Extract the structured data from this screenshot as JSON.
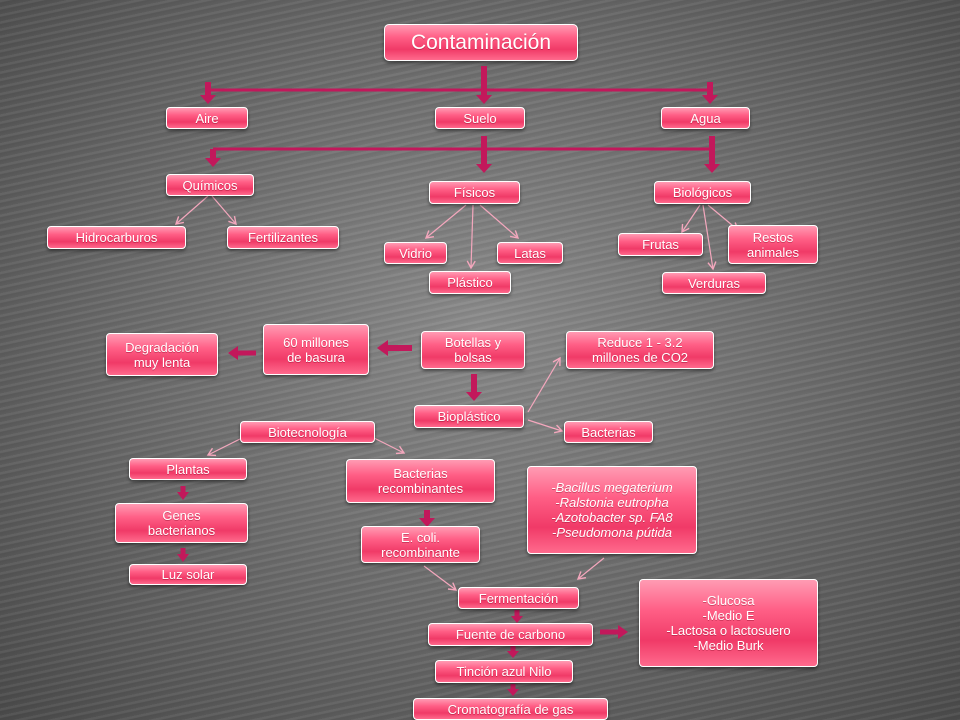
{
  "nodes": {
    "contaminacion": "Contaminación",
    "aire": "Aire",
    "suelo": "Suelo",
    "agua": "Agua",
    "quimicos": "Químicos",
    "fisicos": "Físicos",
    "biologicos": "Biológicos",
    "hidrocarburos": "Hidrocarburos",
    "fertilizantes": "Fertilizantes",
    "vidrio": "Vidrio",
    "latas": "Latas",
    "plastico": "Plástico",
    "frutas": "Frutas",
    "restos": [
      "Restos",
      "animales"
    ],
    "verduras": "Verduras",
    "degradacion": [
      "Degradación",
      "muy lenta"
    ],
    "millones_basura": [
      "60 millones",
      "de basura"
    ],
    "botellas": [
      "Botellas y",
      "bolsas"
    ],
    "reduce": [
      "Reduce 1 - 3.2",
      "millones de CO2"
    ],
    "bioplastico": "Bioplástico",
    "biotecnologia": "Biotecnología",
    "bacterias": "Bacterias",
    "plantas": "Plantas",
    "genes": [
      "Genes",
      "bacterianos"
    ],
    "luz_solar": "Luz solar",
    "bacterias_recomb": [
      "Bacterias",
      "recombinantes"
    ],
    "ecoli": [
      "E. coli.",
      "recombinante"
    ],
    "especies": [
      "-Bacillus megaterium",
      "-Ralstonia eutropha",
      "-Azotobacter sp. FA8",
      "-Pseudomona pútida"
    ],
    "fermentacion": "Fermentación",
    "fuente_carbono": "Fuente de carbono",
    "medios": [
      "-Glucosa",
      "-Medio E",
      "-Lactosa o lactosuero",
      "-Medio Burk"
    ],
    "tincion": "Tinción azul Nilo",
    "cromatografia": "Cromatografía de gas"
  },
  "colors": {
    "node_fill": "#f03a67",
    "node_border": "#ffffff",
    "arrow_thick": "#c2185b",
    "arrow_thin": "#f4a7bd"
  }
}
